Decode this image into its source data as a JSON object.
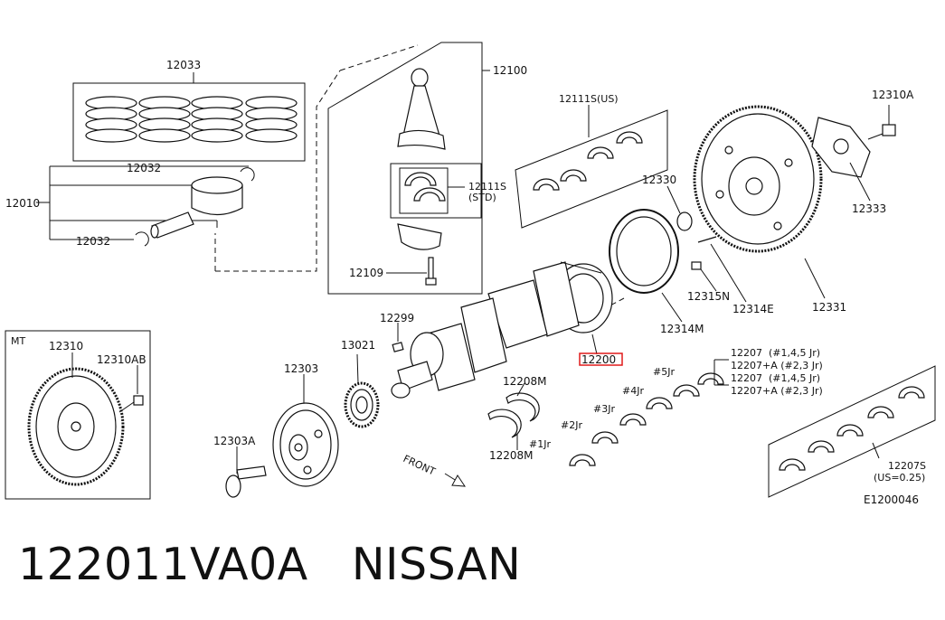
{
  "labels": {
    "p12033": "12033",
    "p12032a": "12032",
    "p12010": "12010",
    "p12032b": "12032",
    "p12100": "12100",
    "p12111s_std_a": "12111S",
    "p12111s_std_b": "(STD)",
    "p12109": "12109",
    "p12111s_us": "12111S(US)",
    "p12330": "12330",
    "p12310a": "12310A",
    "p12333": "12333",
    "p12315n": "12315N",
    "p12314e": "12314E",
    "p12331": "12331",
    "p12314m": "12314M",
    "p12299": "12299",
    "p13021": "13021",
    "p12303": "12303",
    "p12303a": "12303A",
    "p12200": "12200",
    "p12208m_a": "12208M",
    "p12208m_b": "12208M",
    "mt": "MT",
    "p12310": "12310",
    "p12310ab": "12310AB",
    "p12207_1": "12207  (#1,4,5 Jr)",
    "p12207_2": "12207+A (#2,3 Jr)",
    "p12207_3": "12207  (#1,4,5 Jr)",
    "p12207_4": "12207+A (#2,3 Jr)",
    "jr5": "#5Jr",
    "jr4": "#4Jr",
    "jr3": "#3Jr",
    "jr2": "#2Jr",
    "jr1": "#1Jr",
    "p12207s_a": "12207S",
    "p12207s_b": "(US=0.25)",
    "front": "FRONT",
    "diagram_code": "E1200046"
  },
  "caption": "122011VA0A   NISSAN",
  "highlight_color": "#e01a1a"
}
